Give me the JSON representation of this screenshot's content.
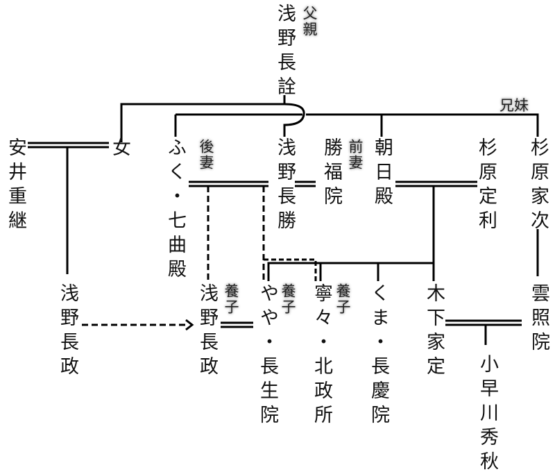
{
  "people": {
    "nagachika": "浅野長詮",
    "onna": "女",
    "yasui": "安井重継",
    "fuku": "ふく・七曲殿",
    "nagakatsu": "浅野長勝",
    "shofukuin": "勝福院",
    "asahi": "朝日殿",
    "sadatoshi": "杉原定利",
    "ietsugu": "杉原家次",
    "nagamasa_birth": "浅野長政",
    "nagamasa_adopted": "浅野長政",
    "yaya": "やや・長生院",
    "nene": "寧々・北政所",
    "kuma": "くま・長慶院",
    "iesada": "木下家定",
    "unshoin": "雲照院",
    "hideaki": "小早川秀秋"
  },
  "labels": {
    "father": "父親",
    "siblings": "兄妹",
    "second_wife": "後妻",
    "first_wife": "前妻",
    "adopted1": "養子",
    "adopted2": "養子",
    "adopted3": "養子"
  }
}
